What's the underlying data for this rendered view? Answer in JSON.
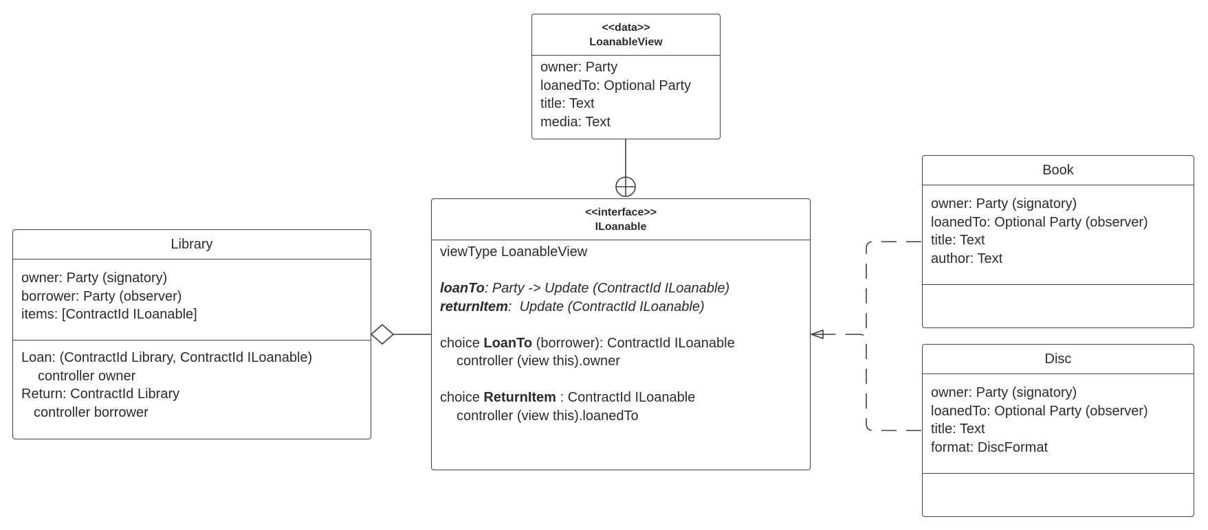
{
  "loanable_view": {
    "stereotype": "<<data>>",
    "name": "LoanableView",
    "fields": [
      "owner: Party",
      "loanedTo: Optional Party",
      "title: Text",
      "media: Text"
    ]
  },
  "iloanable": {
    "stereotype": "<<interface>>",
    "name": "ILoanable",
    "view_type": "viewType LoanableView",
    "method_loan_to": {
      "name": "loanTo",
      "sig": ": Party -> Update (ContractId ILoanable)"
    },
    "method_return_item": {
      "name": "returnItem",
      "sig": ":  Update (ContractId ILoanable)"
    },
    "choice_loan_to": {
      "prefix": "choice ",
      "name": "LoanTo",
      "rest": " (borrower): ContractId ILoanable",
      "controller": "controller (view this).owner"
    },
    "choice_return_item": {
      "prefix": "choice ",
      "name": "ReturnItem",
      "rest": " : ContractId ILoanable",
      "controller": "controller (view this).loanedTo"
    }
  },
  "library": {
    "name": "Library",
    "fields": [
      "owner: Party (signatory)",
      "borrower: Party (observer)",
      "items: [ContractId ILoanable]"
    ],
    "methods": {
      "loan": "Loan: (ContractId Library, ContractId ILoanable)",
      "loan_controller": "controller owner",
      "ret": "Return: ContractId Library",
      "ret_controller": "controller borrower"
    }
  },
  "book": {
    "name": "Book",
    "fields": [
      "owner: Party (signatory)",
      "loanedTo: Optional Party (observer)",
      "title: Text",
      "author: Text"
    ]
  },
  "disc": {
    "name": "Disc",
    "fields": [
      "owner: Party (signatory)",
      "loanedTo: Optional Party (observer)",
      "title: Text",
      "format: DiscFormat"
    ]
  },
  "colors": {
    "line": "#3a3f47",
    "text": "#2b2b2b",
    "background": "#ffffff"
  }
}
